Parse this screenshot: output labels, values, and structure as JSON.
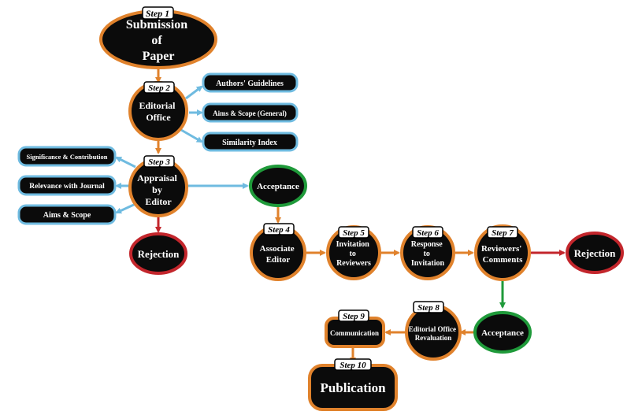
{
  "colors": {
    "node_fill": "#0b0b0b",
    "orange": "#e0822c",
    "blue": "#6fbbe0",
    "green": "#1f9a3a",
    "red": "#c3262c",
    "tag_fill": "#ffffff",
    "text": "#ffffff"
  },
  "steps": {
    "s1": "Step 1",
    "s2": "Step 2",
    "s3": "Step 3",
    "s4": "Step 4",
    "s5": "Step 5",
    "s6": "Step 6",
    "s7": "Step 7",
    "s8": "Step 8",
    "s9": "Step 9",
    "s10": "Step 10"
  },
  "nodes": {
    "submission": [
      "Submission",
      "of",
      "Paper"
    ],
    "editorial_office": [
      "Editorial",
      "Office"
    ],
    "appraisal": [
      "Appraisal",
      "by",
      "Editor"
    ],
    "rejection_1": [
      "Rejection"
    ],
    "acceptance_1": [
      "Acceptance"
    ],
    "associate_editor": [
      "Associate",
      "Editor"
    ],
    "invitation": [
      "Invitation",
      "to",
      "Reviewers"
    ],
    "response": [
      "Response",
      "to",
      "Invitation"
    ],
    "reviewers_comments": [
      "Reviewers'",
      "Comments"
    ],
    "rejection_2": [
      "Rejection"
    ],
    "acceptance_2": [
      "Acceptance"
    ],
    "revaluation": [
      "Editorial Office",
      "Revaluation"
    ],
    "communication": [
      "Communication"
    ],
    "publication": [
      "Publication"
    ]
  },
  "pills": {
    "authors_guidelines": "Authors' Guidelines",
    "aims_scope_general": "Aims & Scope (General)",
    "similarity_index": "Similarity Index",
    "significance": "Significance & Contribution",
    "relevance": "Relevance with Journal",
    "aims_scope": "Aims & Scope"
  }
}
